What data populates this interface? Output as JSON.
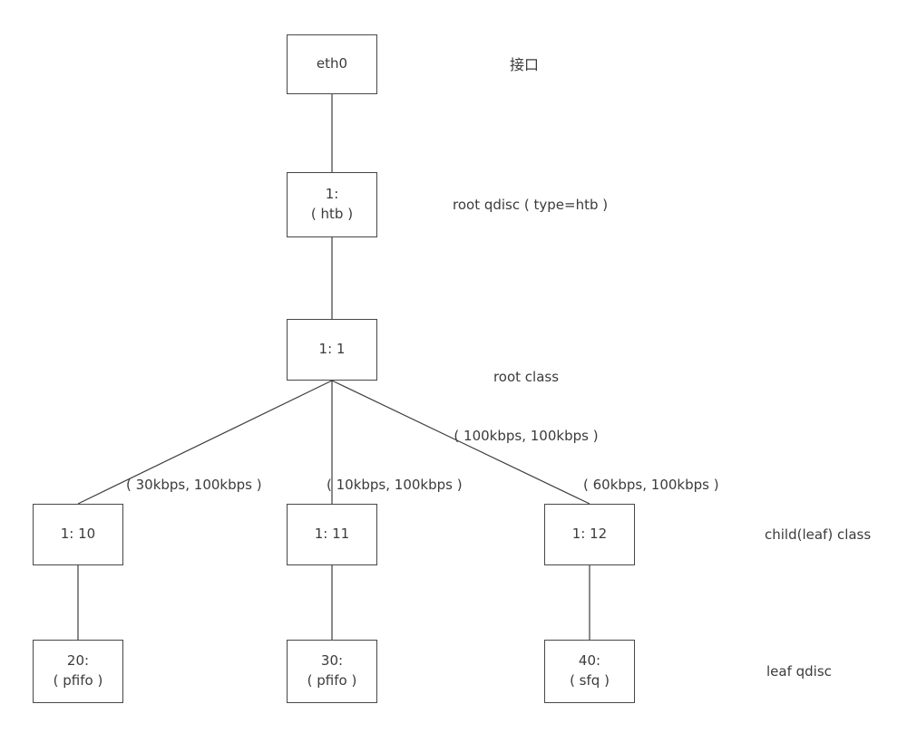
{
  "diagram": {
    "nodes": {
      "eth0": {
        "line1": "eth0"
      },
      "root_qdisc": {
        "line1": "1:",
        "line2": "( htb )"
      },
      "root_class": {
        "line1": "1: 1"
      },
      "class_10": {
        "line1": "1: 10"
      },
      "class_11": {
        "line1": "1: 11"
      },
      "class_12": {
        "line1": "1: 12"
      },
      "qdisc_20": {
        "line1": "20:",
        "line2": "( pfifo )"
      },
      "qdisc_30": {
        "line1": "30:",
        "line2": "( pfifo )"
      },
      "qdisc_40": {
        "line1": "40:",
        "line2": "( sfq )"
      }
    },
    "labels": {
      "interface": "接口",
      "root_qdisc": "root qdisc ( type=htb )",
      "root_class_line1": "root class",
      "root_class_line2": "( 100kbps, 100kbps )",
      "branch_30": "( 30kbps, 100kbps )",
      "branch_10": "( 10kbps, 100kbps )",
      "branch_60": "( 60kbps, 100kbps )",
      "child_class": "child(leaf) class",
      "leaf_qdisc": "leaf qdisc"
    },
    "edges": [
      {
        "from": "eth0",
        "to": "root_qdisc"
      },
      {
        "from": "root_qdisc",
        "to": "root_class"
      },
      {
        "from": "root_class",
        "to": "class_10"
      },
      {
        "from": "root_class",
        "to": "class_11"
      },
      {
        "from": "root_class",
        "to": "class_12"
      },
      {
        "from": "class_10",
        "to": "qdisc_20"
      },
      {
        "from": "class_11",
        "to": "qdisc_30"
      },
      {
        "from": "class_12",
        "to": "qdisc_40"
      }
    ],
    "colors": {
      "line": "#3d3d3d",
      "border": "#474747",
      "text": "#3b3b3b",
      "background": "#ffffff"
    }
  }
}
